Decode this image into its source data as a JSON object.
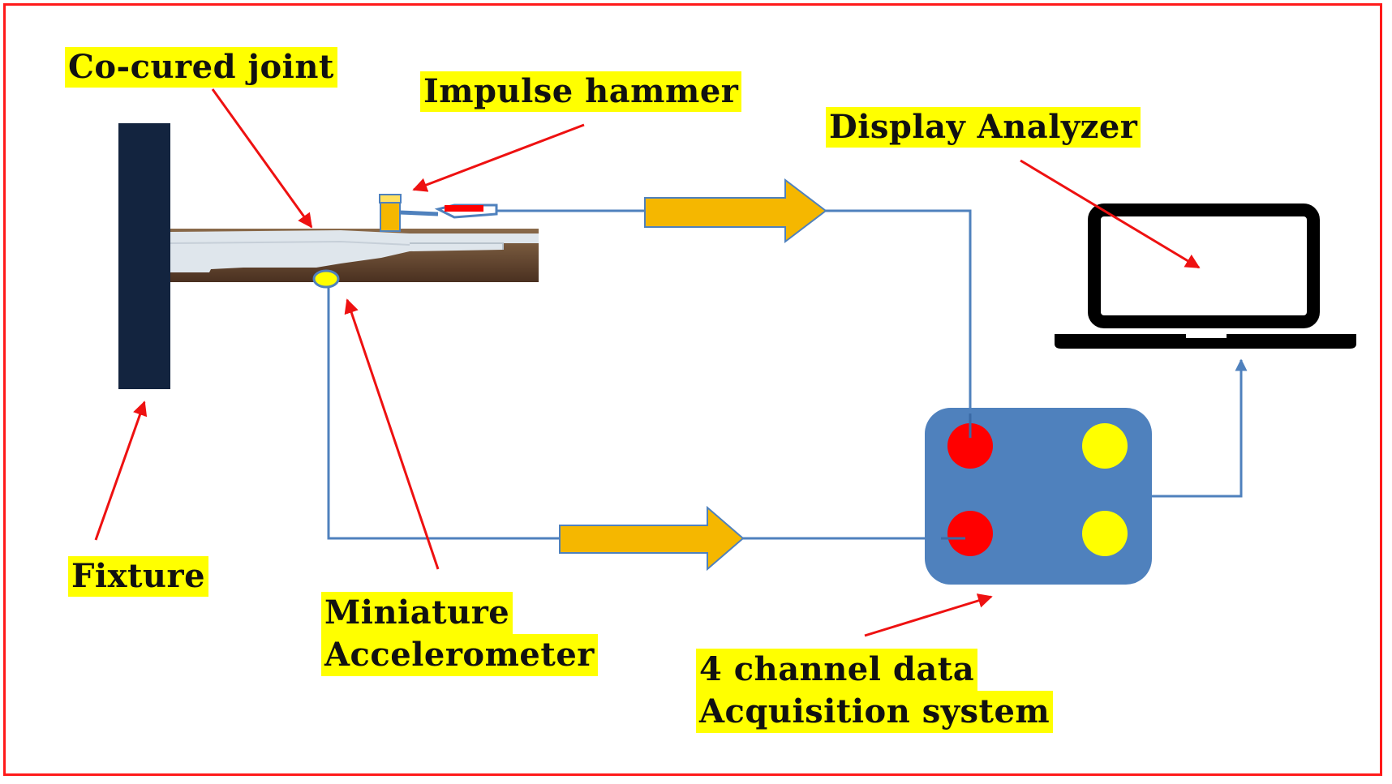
{
  "labels": {
    "co_cured_joint": "Co-cured joint",
    "impulse_hammer": "Impulse hammer",
    "display_analyzer": "Display Analyzer",
    "fixture": "Fixture",
    "accelerometer_line1": "Miniature",
    "accelerometer_line2": "Accelerometer",
    "daq_line1": "4 channel data",
    "daq_line2": "Acquisition system"
  },
  "colors": {
    "frame": "#ff1a1a",
    "label_highlight": "#ffff00",
    "fixture": "#13243f",
    "wire": "#4f81bd",
    "arrow_fill": "#f5b700",
    "daq_box": "#4f81bd",
    "channel_red": "#ff0000",
    "channel_yellow": "#ffff00",
    "pointer": "#ee1111",
    "laptop": "#000000"
  }
}
